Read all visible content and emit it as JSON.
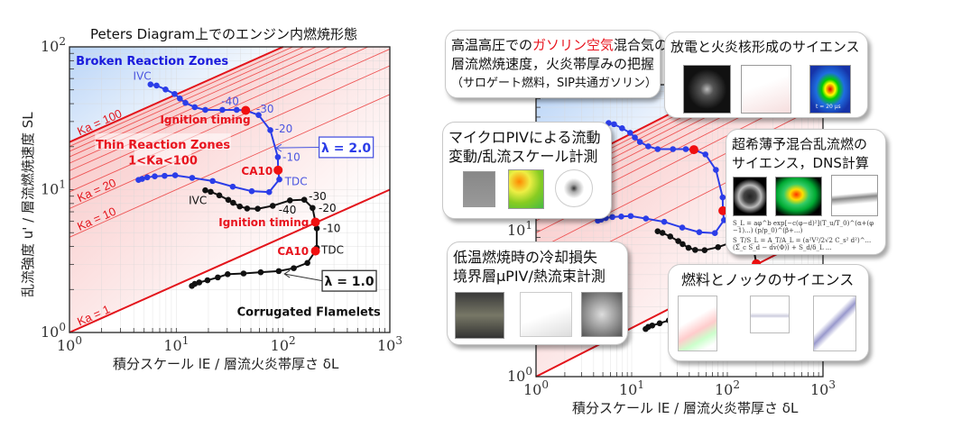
{
  "chart_data": {
    "type": "scatter",
    "title": "Peters Diagram上でのエンジン内燃焼形態",
    "xlabel": "積分スケール lE / 層流火炎帯厚さ δL",
    "ylabel": "乱流強度 u' / 層流燃焼速度 SL",
    "xscale": "log",
    "yscale": "log",
    "xlim": [
      1,
      1000
    ],
    "ylim": [
      1,
      100
    ],
    "xticks": [
      "10^0",
      "10^1",
      "10^2",
      "10^3"
    ],
    "yticks": [
      "10^0",
      "10^1",
      "10^2"
    ],
    "grid": true,
    "ka_lines": {
      "major": [
        {
          "ka": 1,
          "label": "Ka = 1"
        },
        {
          "ka": 100,
          "label": "Ka = 100"
        }
      ],
      "minor": [
        {
          "ka": 10,
          "label": "Ka = 10"
        },
        {
          "ka": 20,
          "label": "Ka = 20"
        },
        {
          "ka": 30
        },
        {
          "ka": 40
        },
        {
          "ka": 50
        },
        {
          "ka": 60
        },
        {
          "ka": 70
        },
        {
          "ka": 80
        },
        {
          "ka": 90
        }
      ]
    },
    "regions": [
      {
        "label": "Broken Reaction Zones",
        "x": 1.15,
        "y": 80,
        "color": "#1a1adc",
        "anchor": "start"
      },
      {
        "label": "Thin Reaction Zones",
        "x": 7.5,
        "y": 20.8,
        "color": "#e8141e",
        "anchor": "middle"
      },
      {
        "label": "1<Ka<100",
        "x": 7.5,
        "y": 16.1,
        "color": "#e8141e",
        "anchor": "middle"
      },
      {
        "label": "Corrugated Flamelets",
        "x": 820,
        "y": 1.4,
        "color": "#111111",
        "anchor": "end"
      }
    ],
    "series": [
      {
        "name": "λ = 2.0",
        "color": "#2b3de8",
        "legend_box": {
          "x": 390,
          "y": 19.8,
          "arrow_to": [
            86,
            19.6
          ]
        },
        "x": [
          5.74,
          6.54,
          7.94,
          9.64,
          10.8,
          12.2,
          14.9,
          18.7,
          27.0,
          36.8,
          44.7,
          59.0,
          76.0,
          89.4,
          89.9,
          92.3,
          74.1,
          50.9,
          33.8,
          21.9,
          14.1,
          9.77,
          7.78,
          6.29,
          5.35,
          4.79,
          4.43
        ],
        "y": [
          54.6,
          53.6,
          50.3,
          46.8,
          43.5,
          40.5,
          37.8,
          36.2,
          36.2,
          36.2,
          35.9,
          33.3,
          26.1,
          16.9,
          13.7,
          11.8,
          9.62,
          9.76,
          10.5,
          11.5,
          12.1,
          12.6,
          12.5,
          12.4,
          12.2,
          11.9,
          11.7
        ],
        "highlights": [
          {
            "index": 10,
            "label": "Ignition timing"
          },
          {
            "index": 14,
            "label": "CA10"
          }
        ],
        "annotations": [
          {
            "text": "IVC",
            "x": 4.8,
            "y": 63,
            "anchor": "middle"
          },
          {
            "text": "-40",
            "x": 32,
            "y": 42,
            "anchor": "middle"
          },
          {
            "text": "-30",
            "x": 56,
            "y": 37,
            "anchor": "start"
          },
          {
            "text": "-20",
            "x": 84,
            "y": 27,
            "anchor": "start"
          },
          {
            "text": "-10",
            "x": 99,
            "y": 17.1,
            "anchor": "start"
          },
          {
            "text": "TDC",
            "x": 104,
            "y": 11.5,
            "anchor": "start"
          },
          {
            "text": "Ignition timing",
            "x": 18.7,
            "y": 31.3,
            "anchor": "middle",
            "red": true
          },
          {
            "text": "CA10",
            "x": 80,
            "y": 13.6,
            "anchor": "end",
            "red": true
          }
        ]
      },
      {
        "name": "λ = 1.0",
        "color": "#111111",
        "legend_box": {
          "x": 417,
          "y": 2.3,
          "arrow_to": [
            103,
            2.57
          ]
        },
        "x": [
          18.7,
          21.0,
          25.3,
          30.7,
          34.1,
          39.3,
          46.1,
          57.9,
          80.0,
          116,
          158,
          189,
          201,
          207,
          207,
          201,
          169,
          126,
          91.2,
          61.8,
          42.7,
          30.3,
          24.5,
          19.6,
          16.4,
          14.9,
          14.0
        ],
        "y": [
          9.9,
          9.66,
          9.12,
          8.48,
          8.09,
          7.63,
          7.38,
          7.35,
          7.71,
          8.41,
          8.5,
          7.45,
          5.93,
          5.36,
          3.91,
          3.72,
          3.07,
          2.82,
          2.69,
          2.64,
          2.59,
          2.56,
          2.43,
          2.32,
          2.24,
          2.19,
          2.12
        ],
        "highlights": [
          {
            "index": 12,
            "label": "Ignition timing"
          },
          {
            "index": 15,
            "label": "CA10"
          }
        ],
        "annotations": [
          {
            "text": "IVC",
            "x": 15.9,
            "y": 8.5,
            "anchor": "middle"
          },
          {
            "text": "-30",
            "x": 174,
            "y": 9.1,
            "anchor": "start"
          },
          {
            "text": "-40",
            "x": 110,
            "y": 7.3,
            "anchor": "middle"
          },
          {
            "text": "-20",
            "x": 215,
            "y": 7.5,
            "anchor": "start"
          },
          {
            "text": "-10",
            "x": 236,
            "y": 5.4,
            "anchor": "start"
          },
          {
            "text": "TDC",
            "x": 228,
            "y": 3.82,
            "anchor": "start"
          },
          {
            "text": "Ignition timing",
            "x": 66,
            "y": 5.96,
            "anchor": "middle",
            "red": true
          },
          {
            "text": "CA10",
            "x": 174,
            "y": 3.73,
            "anchor": "end",
            "red": true
          }
        ]
      }
    ]
  },
  "left": {
    "title": "Peters Diagram上でのエンジン内燃焼形態",
    "ylabel": "乱流強度 u' / 層流燃焼速度 SL",
    "xlabel": "積分スケール lE / 層流火炎帯厚さ δL"
  },
  "right": {
    "xlabel": "積分スケール lE / 層流火炎帯厚さ δL",
    "callouts": {
      "laminar": {
        "l1a": "高温高圧での",
        "l1b": "ガソリン空気",
        "l1c": "混合気の",
        "l2": "層流燃焼速度，火炎帯厚みの把握",
        "l3": "（サロゲート燃料，SIP共通ガソリン）"
      },
      "discharge": {
        "title": "放電と火炎核形成のサイエンス",
        "img_label": "t = 20 μs"
      },
      "micropiv": {
        "l1": "マイクロPIVによる流動",
        "l2": "変動/乱流スケール計測"
      },
      "lean": {
        "l1": "超希薄予混合乱流燃の",
        "l2": "サイエンス，DNS計算",
        "eq1": "S_L = aφ^b exp[−c(φ−d)²](T_u/T_0)^(α+(φ−1)...) (p/p_0)^(β+...)",
        "eq2": "S_T/S_L = A_T/A_L = (a²V²/2√2 C_s² d²)^... (Σ_c S_d − dv(Φ)) + S_d/δ_L ..."
      },
      "cooling": {
        "l1": "低温燃焼時の冷却損失",
        "l2": "境界層μPIV/熱流束計測"
      },
      "knock": {
        "title": "燃料とノックのサイエンス"
      }
    }
  }
}
